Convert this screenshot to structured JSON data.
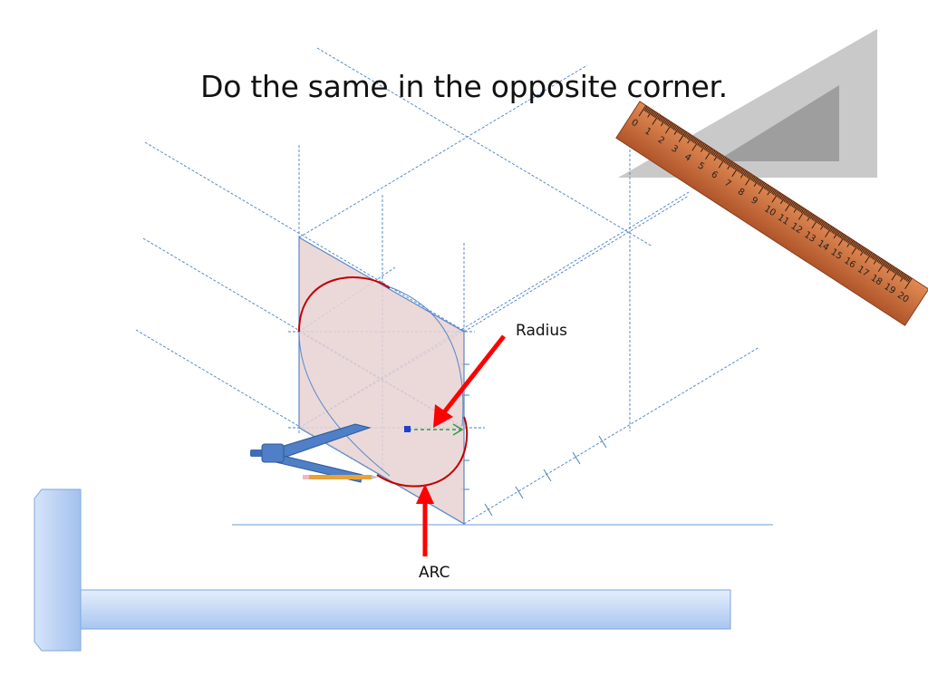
{
  "slide": {
    "title": "Do the same in the opposite corner.",
    "labels": {
      "radius": "Radius",
      "arc": "ARC"
    }
  },
  "colors": {
    "construction_line": "#4a7fc4",
    "face_fill": "#e8d2d4",
    "arc": "#c00000",
    "arrow": "#ff0000",
    "t_square": "#bcd4f5",
    "ruler": "#c86a3a",
    "set_square": "#c8c8c8"
  },
  "tools": [
    "t-square-icon",
    "set-square-icon",
    "ruler-icon",
    "compass-icon",
    "pencil-icon"
  ],
  "ruler": {
    "ticks": [
      "0",
      "1",
      "2",
      "3",
      "4",
      "5",
      "6",
      "7",
      "8",
      "9",
      "10",
      "11",
      "12",
      "13",
      "14",
      "15",
      "16",
      "17",
      "18",
      "19",
      "20"
    ]
  }
}
